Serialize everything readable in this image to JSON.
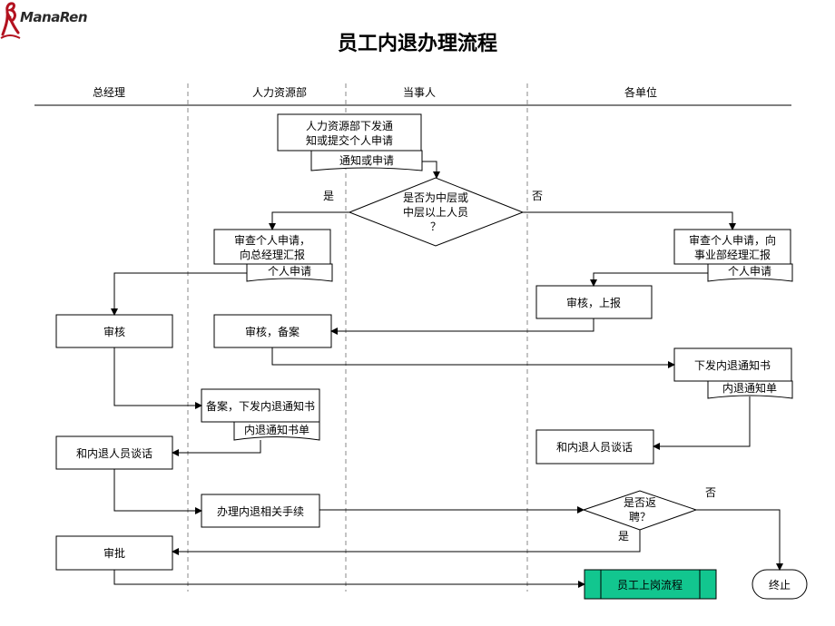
{
  "logo": {
    "text": "ManaRen"
  },
  "title": "员工内退办理流程",
  "lanes": [
    "总经理",
    "人力资源部",
    "当事人",
    "各单位"
  ],
  "nodes": {
    "hr_notice": [
      "人力资源部下发通",
      "知或提交个人申请"
    ],
    "doc_notice": "通知或申请",
    "decision_level": [
      "是否为中层或",
      "中层以上人员",
      "？"
    ],
    "hr_review": [
      "审查个人申请，",
      "向总经理汇报"
    ],
    "doc_hr_apply": "个人申请",
    "unit_review": [
      "审查个人申请，向",
      "事业部经理汇报"
    ],
    "doc_unit_apply": "个人申请",
    "unit_report": "审核，上报",
    "gm_review": "审核",
    "hr_file": "审核，备案",
    "unit_issue": "下发内退通知书",
    "doc_unit_notice": "内退通知单",
    "hr_issue": "备案，下发内退通知书",
    "doc_hr_notice": "内退通知书单",
    "gm_talk": "和内退人员谈话",
    "unit_talk": "和内退人员谈话",
    "hr_procedure": "办理内退相关手续",
    "decision_rehire": [
      "是否返",
      "聘？"
    ],
    "gm_approve": "审批",
    "onboard": "员工上岗流程",
    "end": "终止"
  },
  "edge_labels": {
    "yes1": "是",
    "no1": "否",
    "yes2": "是",
    "no2": "否"
  },
  "colors": {
    "accent": "#12c68f",
    "line": "#000000",
    "logo_red": "#b3121f"
  }
}
